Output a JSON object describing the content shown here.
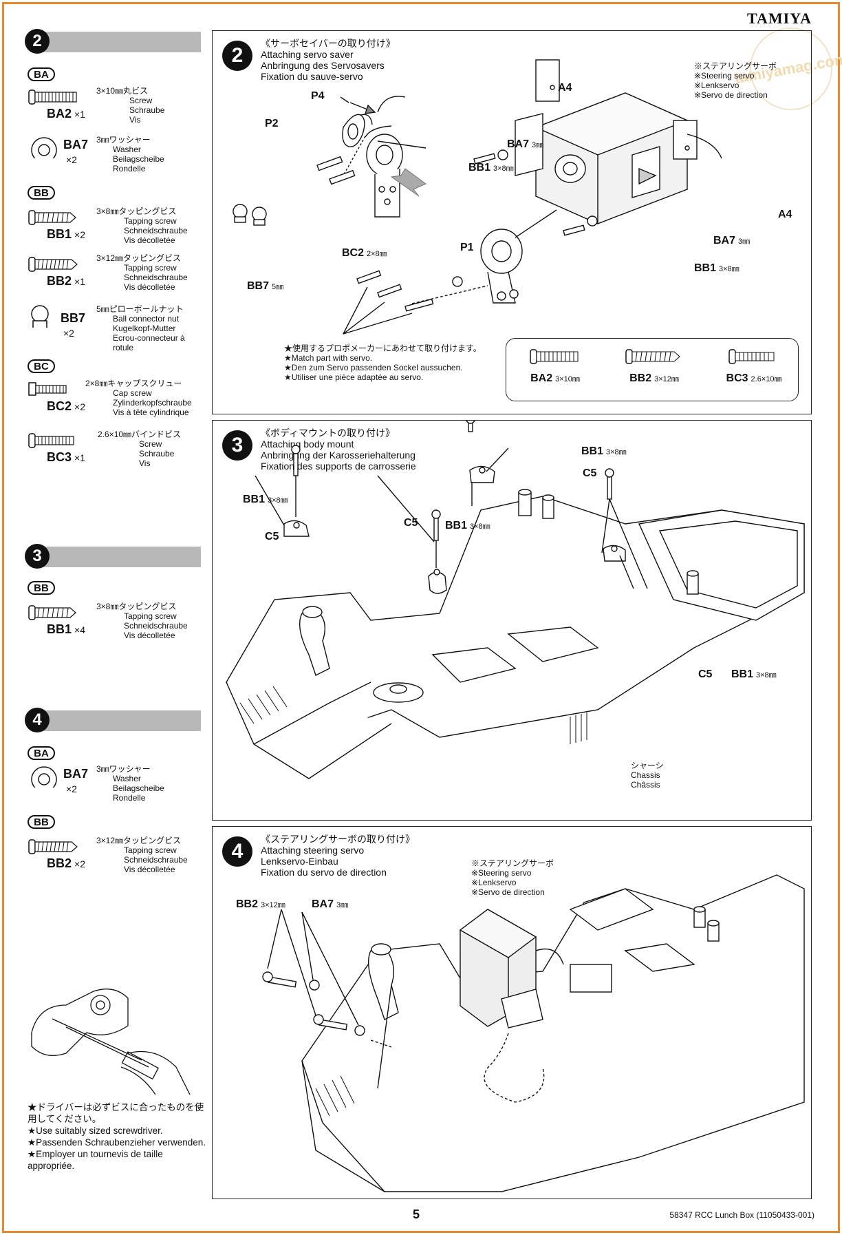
{
  "brand": "TAMIYA",
  "watermark": "tamiyamag.com",
  "left": {
    "step2": {
      "num": "2",
      "groups": [
        {
          "bag": "BA",
          "parts": [
            {
              "code": "BA2",
              "qty": "×1",
              "jp": "3×10㎜丸ビス",
              "en": "Screw",
              "de": "Schraube",
              "fr": "Vis"
            },
            {
              "code": "BA7",
              "qty": "×2",
              "jp": "3㎜ワッシャー",
              "en": "Washer",
              "de": "Beilagscheibe",
              "fr": "Rondelle"
            }
          ]
        },
        {
          "bag": "BB",
          "parts": [
            {
              "code": "BB1",
              "qty": "×2",
              "jp": "3×8㎜タッピングビス",
              "en": "Tapping screw",
              "de": "Schneidschraube",
              "fr": "Vis décolletée"
            },
            {
              "code": "BB2",
              "qty": "×1",
              "jp": "3×12㎜タッピングビス",
              "en": "Tapping screw",
              "de": "Schneidschraube",
              "fr": "Vis décolletée"
            },
            {
              "code": "BB7",
              "qty": "×2",
              "jp": "5㎜ピローボールナット",
              "en": "Ball connector nut",
              "de": "Kugelkopf-Mutter",
              "fr": "Ecrou-connecteur à rotule"
            }
          ]
        },
        {
          "bag": "BC",
          "parts": [
            {
              "code": "BC2",
              "qty": "×2",
              "jp": "2×8㎜キャップスクリュー",
              "en": "Cap screw",
              "de": "Zylinderkopfschraube",
              "fr": "Vis à tête cylindrique"
            },
            {
              "code": "BC3",
              "qty": "×1",
              "jp": "2.6×10㎜バインドビス",
              "en": "Screw",
              "de": "Schraube",
              "fr": "Vis"
            }
          ]
        }
      ]
    },
    "step3": {
      "num": "3",
      "bag": "BB",
      "part": {
        "code": "BB1",
        "qty": "×4",
        "jp": "3×8㎜タッピングビス",
        "en": "Tapping screw",
        "de": "Schneidschraube",
        "fr": "Vis décolletée"
      }
    },
    "step4": {
      "num": "4",
      "groups": [
        {
          "bag": "BA",
          "part": {
            "code": "BA7",
            "qty": "×2",
            "jp": "3㎜ワッシャー",
            "en": "Washer",
            "de": "Beilagscheibe",
            "fr": "Rondelle"
          }
        },
        {
          "bag": "BB",
          "part": {
            "code": "BB2",
            "qty": "×2",
            "jp": "3×12㎜タッピングビス",
            "en": "Tapping screw",
            "de": "Schneidschraube",
            "fr": "Vis décolletée"
          }
        }
      ]
    },
    "tip": [
      "★ドライバーは必ずビスに合ったものを使用してください。",
      "★Use suitably sized screwdriver.",
      "★Passenden Schraubenzieher verwenden.",
      "★Employer un tournevis de taille appropriée."
    ]
  },
  "step2": {
    "num": "2",
    "title": [
      "《サーボセイバーの取り付け》",
      "Attaching servo saver",
      "Anbringung des Servosavers",
      "Fixation du sauve-servo"
    ],
    "labels": {
      "p4": "P4",
      "p2": "P2",
      "bc2": "BC2",
      "bc2_size": "2×8㎜",
      "bb7": "BB7",
      "bb7_size": "5㎜",
      "p1": "P1",
      "a4_top": "A4",
      "a4_right": "A4",
      "ba7_top": "BA7",
      "ba7_top_size": "3㎜",
      "bb1_top": "BB1",
      "bb1_top_size": "3×8㎜",
      "ba7_right": "BA7",
      "ba7_right_size": "3㎜",
      "bb1_right": "BB1",
      "bb1_right_size": "3×8㎜"
    },
    "servo_note": [
      "※ステアリングサーボ",
      "※Steering servo",
      "※Lenkservo",
      "※Servo de direction"
    ],
    "match_note": [
      "★使用するプロポメーカーにあわせて取り付けます。",
      "★Match part with servo.",
      "★Den zum Servo passenden Sockel aussuchen.",
      "★Utiliser une pièce adaptée au servo."
    ],
    "ref": [
      {
        "code": "BA2",
        "size": "3×10㎜"
      },
      {
        "code": "BB2",
        "size": "3×12㎜"
      },
      {
        "code": "BC3",
        "size": "2.6×10㎜"
      }
    ]
  },
  "step3": {
    "num": "3",
    "title": [
      "《ボディマウントの取り付け》",
      "Attaching body mount",
      "Anbringung der Karosseriehalterung",
      "Fixation des supports de carrosserie"
    ],
    "labels": {
      "bb1_a": "BB1",
      "bb1_a_size": "3×8㎜",
      "c5_a": "C5",
      "c5_b": "C5",
      "bb1_b": "BB1",
      "bb1_b_size": "3×8㎜",
      "bb1_c": "BB1",
      "bb1_c_size": "3×8㎜",
      "c5_c": "C5",
      "c5_d": "C5",
      "bb1_d": "BB1",
      "bb1_d_size": "3×8㎜"
    },
    "chassis": [
      "シャーシ",
      "Chassis",
      "Châssis"
    ]
  },
  "step4": {
    "num": "4",
    "title": [
      "《ステアリングサーボの取り付け》",
      "Attaching steering servo",
      "Lenkservo-Einbau",
      "Fixation du servo de direction"
    ],
    "labels": {
      "bb2": "BB2",
      "bb2_size": "3×12㎜",
      "ba7": "BA7",
      "ba7_size": "3㎜"
    },
    "servo_note": [
      "※ステアリングサーボ",
      "※Steering servo",
      "※Lenkservo",
      "※Servo de direction"
    ]
  },
  "footer": {
    "page": "5",
    "code": "58347  RCC Lunch Box (11050433-001)"
  }
}
